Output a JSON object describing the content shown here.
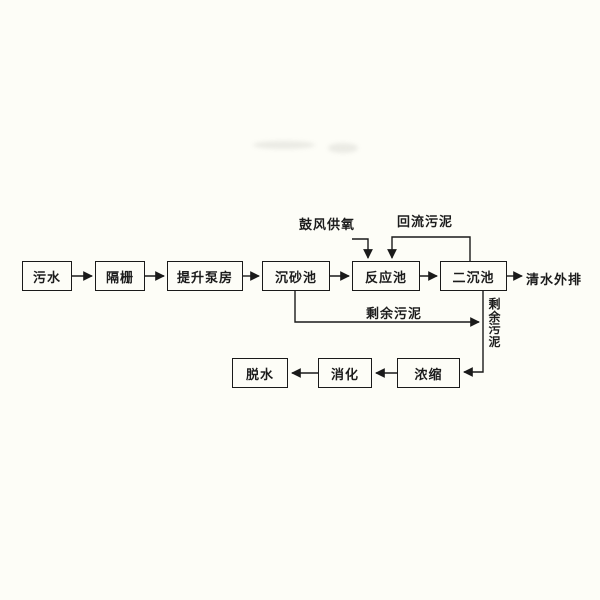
{
  "diagram": {
    "type": "process-flowchart",
    "subject": "wastewater-treatment-process",
    "nodes": {
      "sewage": "污水",
      "bar_screen": "隔栅",
      "lift_pump": "提升泵房",
      "grit_chamber": "沉砂池",
      "reaction_tank": "反应池",
      "secondary_clarifier": "二沉池",
      "thickening": "浓缩",
      "digestion": "消化",
      "dewatering": "脱水"
    },
    "labels": {
      "effluent": "清水外排",
      "aeration": "鼓风供氧",
      "return_sludge": "回流污泥",
      "excess_sludge_horizontal": "剩余污泥",
      "excess_sludge_vertical": "剩余污泥"
    },
    "colors": {
      "line": "#1a1a1a",
      "text": "#1c1c1c",
      "background": "#fdfdf7"
    }
  }
}
